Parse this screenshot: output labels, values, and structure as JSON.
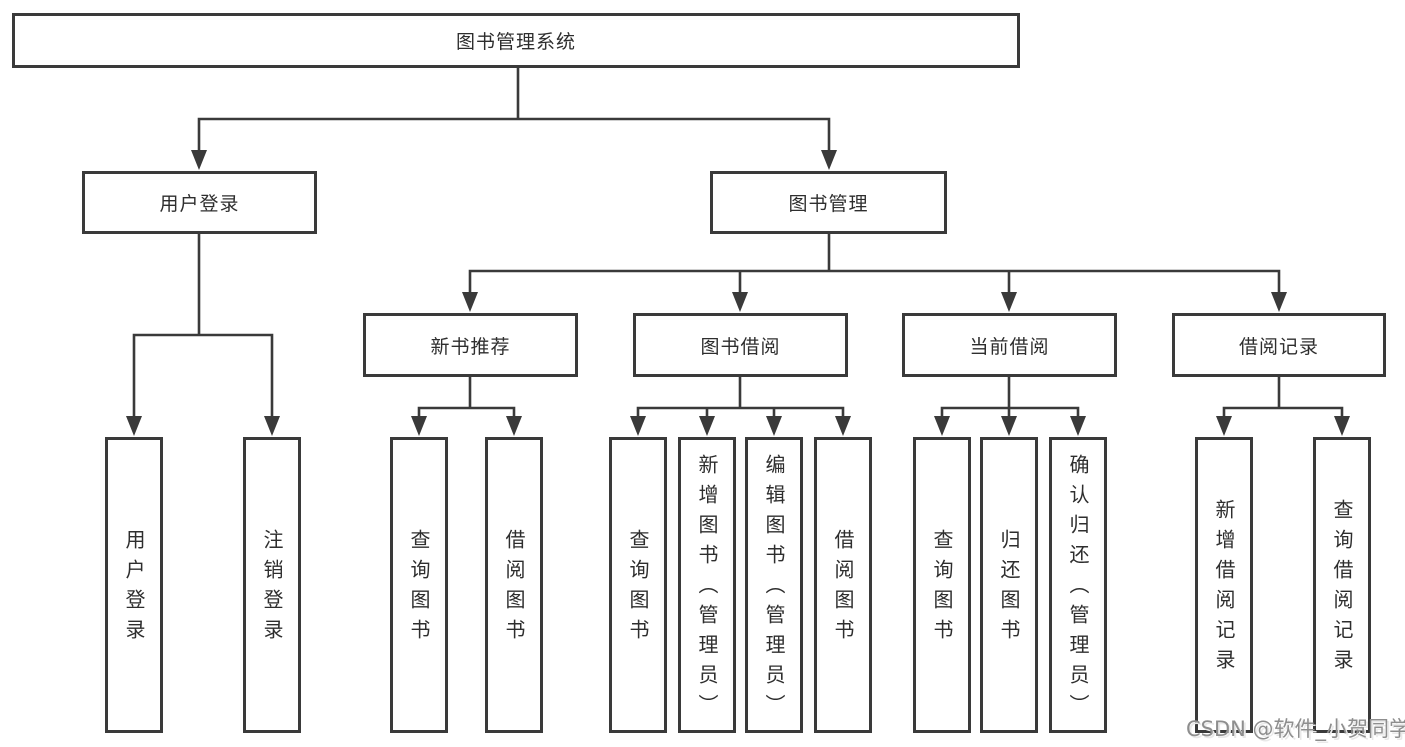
{
  "tree": {
    "label": "图书管理系统",
    "children": [
      {
        "label": "用户登录",
        "children": [
          {
            "label": "用户登录"
          },
          {
            "label": "注销登录"
          }
        ]
      },
      {
        "label": "图书管理",
        "children": [
          {
            "label": "新书推荐",
            "children": [
              {
                "label": "查询图书"
              },
              {
                "label": "借阅图书"
              }
            ]
          },
          {
            "label": "图书借阅",
            "children": [
              {
                "label": "查询图书"
              },
              {
                "label": "新增图书（管理员）"
              },
              {
                "label": "编辑图书（管理员）"
              },
              {
                "label": "借阅图书"
              }
            ]
          },
          {
            "label": "当前借阅",
            "children": [
              {
                "label": "查询图书"
              },
              {
                "label": "归还图书"
              },
              {
                "label": "确认归还（管理员）"
              }
            ]
          },
          {
            "label": "借阅记录",
            "children": [
              {
                "label": "新增借阅记录"
              },
              {
                "label": "查询借阅记录"
              }
            ]
          }
        ]
      }
    ]
  },
  "watermark": {
    "text": "CSDN @软件_小贺同学"
  },
  "colors": {
    "line": "#3a3a3a",
    "text": "#2e2e2e",
    "watermark": "#8e8e8e",
    "background": "#ffffff"
  }
}
